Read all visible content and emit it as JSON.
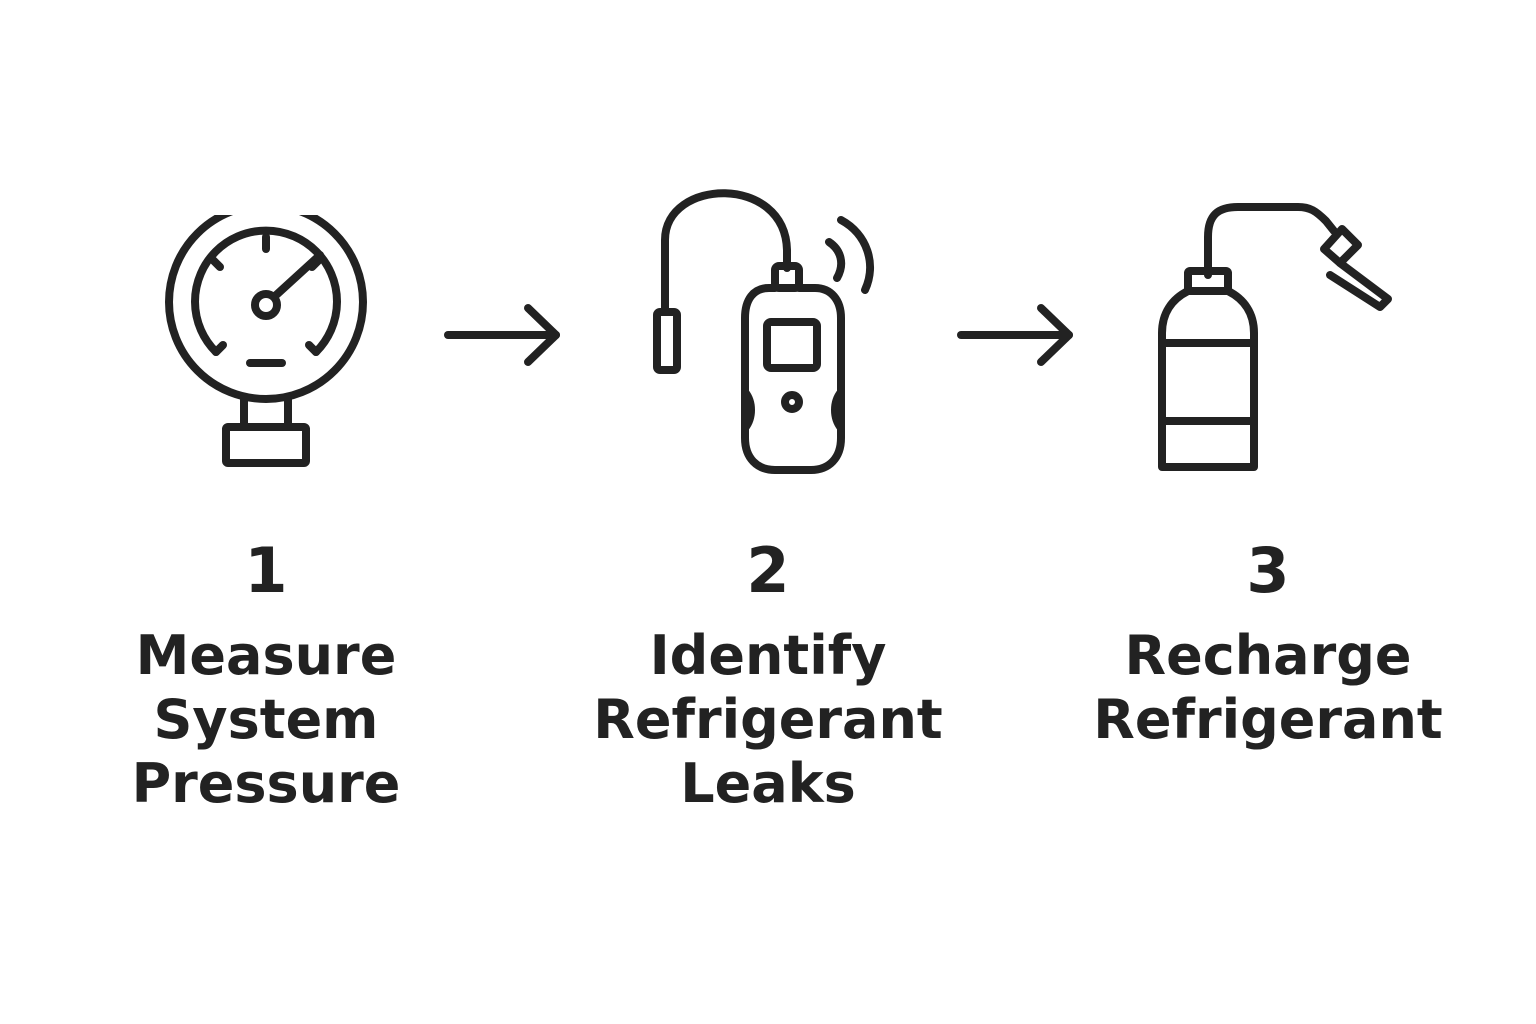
{
  "steps": [
    {
      "number": "1",
      "label_lines": [
        "Measure",
        "System",
        "Pressure"
      ],
      "icon": "pressure-gauge-icon"
    },
    {
      "number": "2",
      "label_lines": [
        "Identify",
        "Refrigerant",
        "Leaks"
      ],
      "icon": "leak-detector-icon"
    },
    {
      "number": "3",
      "label_lines": [
        "Recharge",
        "Refrigerant"
      ],
      "icon": "refrigerant-bottle-icon"
    }
  ],
  "connectors": [
    "arrow-right-icon",
    "arrow-right-icon"
  ],
  "colors": {
    "background": "#ffffff",
    "ink": "#222222"
  }
}
